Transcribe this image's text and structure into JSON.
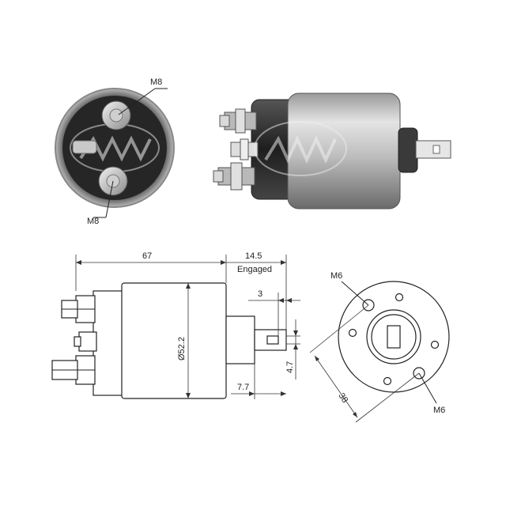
{
  "photo_front": {
    "top_terminal_label": "M8",
    "bottom_terminal_label": "M8"
  },
  "drawing": {
    "length_label": "67",
    "engaged_value": "14.5",
    "engaged_label": "Engaged",
    "tip_length_label": "3",
    "diameter_label": "Ø52.2",
    "plunger_width_label": "4.7",
    "offset_label": "7.7",
    "bolt_circle_label": "38",
    "mount_top_label": "M6",
    "mount_bottom_label": "M6"
  },
  "colors": {
    "ink": "#222222",
    "metal_light": "#d8d8d8",
    "metal_dark": "#3a3a3a"
  }
}
